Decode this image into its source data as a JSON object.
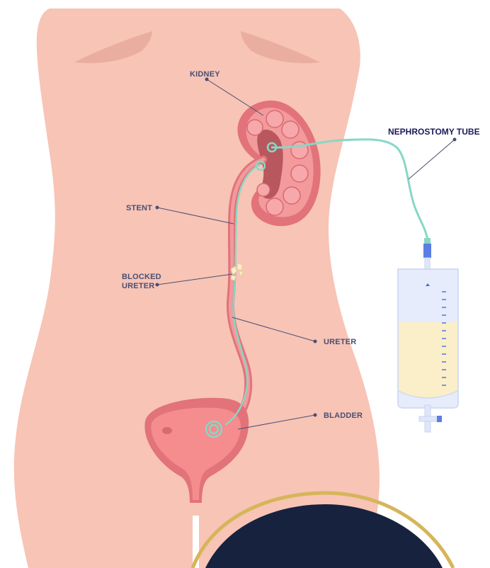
{
  "labels": {
    "kidney": "KIDNEY",
    "nephrostomy_tube": "NEPHROSTOMY TUBE",
    "stent": "STENT",
    "blocked_ureter_line1": "BLOCKED",
    "blocked_ureter_line2": "URETER",
    "ureter": "URETER",
    "bladder": "BLADDER"
  },
  "colors": {
    "skin": "#f7c4b6",
    "skin_shadow": "#eaaea0",
    "kidney_outer": "#e2737a",
    "kidney_inner": "#f29a9c",
    "tube": "#86d8c5",
    "bag_fill": "#fbefc9",
    "bag_outline": "#c9d4f2",
    "bag_scale": "#4a6ed8",
    "navy": "#17223f",
    "gold": "#d6b55a",
    "label_text": "#4a4f72",
    "title_text": "#1c1a5a"
  }
}
